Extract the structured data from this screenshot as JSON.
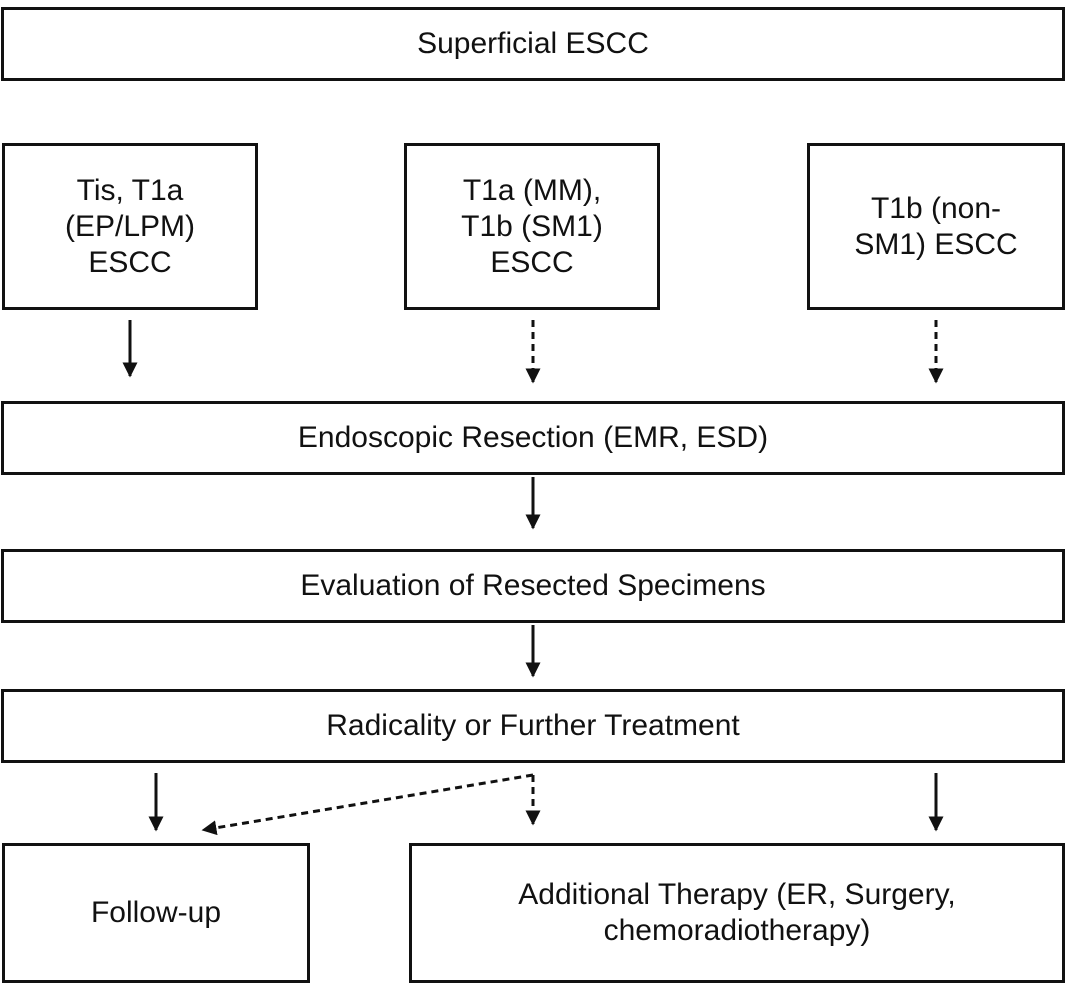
{
  "nodes": {
    "top": "Superficial ESCC",
    "tis": "Tis, T1a\n(EP/LPM)\nESCC",
    "t1a_mm": "T1a (MM),\nT1b (SM1)\nESCC",
    "t1b": "T1b (non-\nSM1) ESCC",
    "er": "Endoscopic Resection (EMR, ESD)",
    "eval": "Evaluation of Resected Specimens",
    "radicality": "Radicality or Further Treatment",
    "followup": "Follow-up",
    "additional": "Additional Therapy (ER, Surgery,\nchemoradiotherapy)"
  },
  "edges": [
    {
      "from": "tis",
      "to": "er",
      "style": "solid"
    },
    {
      "from": "t1a_mm",
      "to": "er",
      "style": "dashed"
    },
    {
      "from": "t1b",
      "to": "er",
      "style": "dashed"
    },
    {
      "from": "er",
      "to": "eval",
      "style": "solid"
    },
    {
      "from": "eval",
      "to": "radicality",
      "style": "solid"
    },
    {
      "from": "radicality",
      "to": "followup",
      "style": "solid"
    },
    {
      "from": "radicality",
      "to": "followup",
      "style": "dashed"
    },
    {
      "from": "radicality",
      "to": "additional",
      "style": "dashed"
    },
    {
      "from": "radicality",
      "to": "additional",
      "style": "solid"
    }
  ]
}
